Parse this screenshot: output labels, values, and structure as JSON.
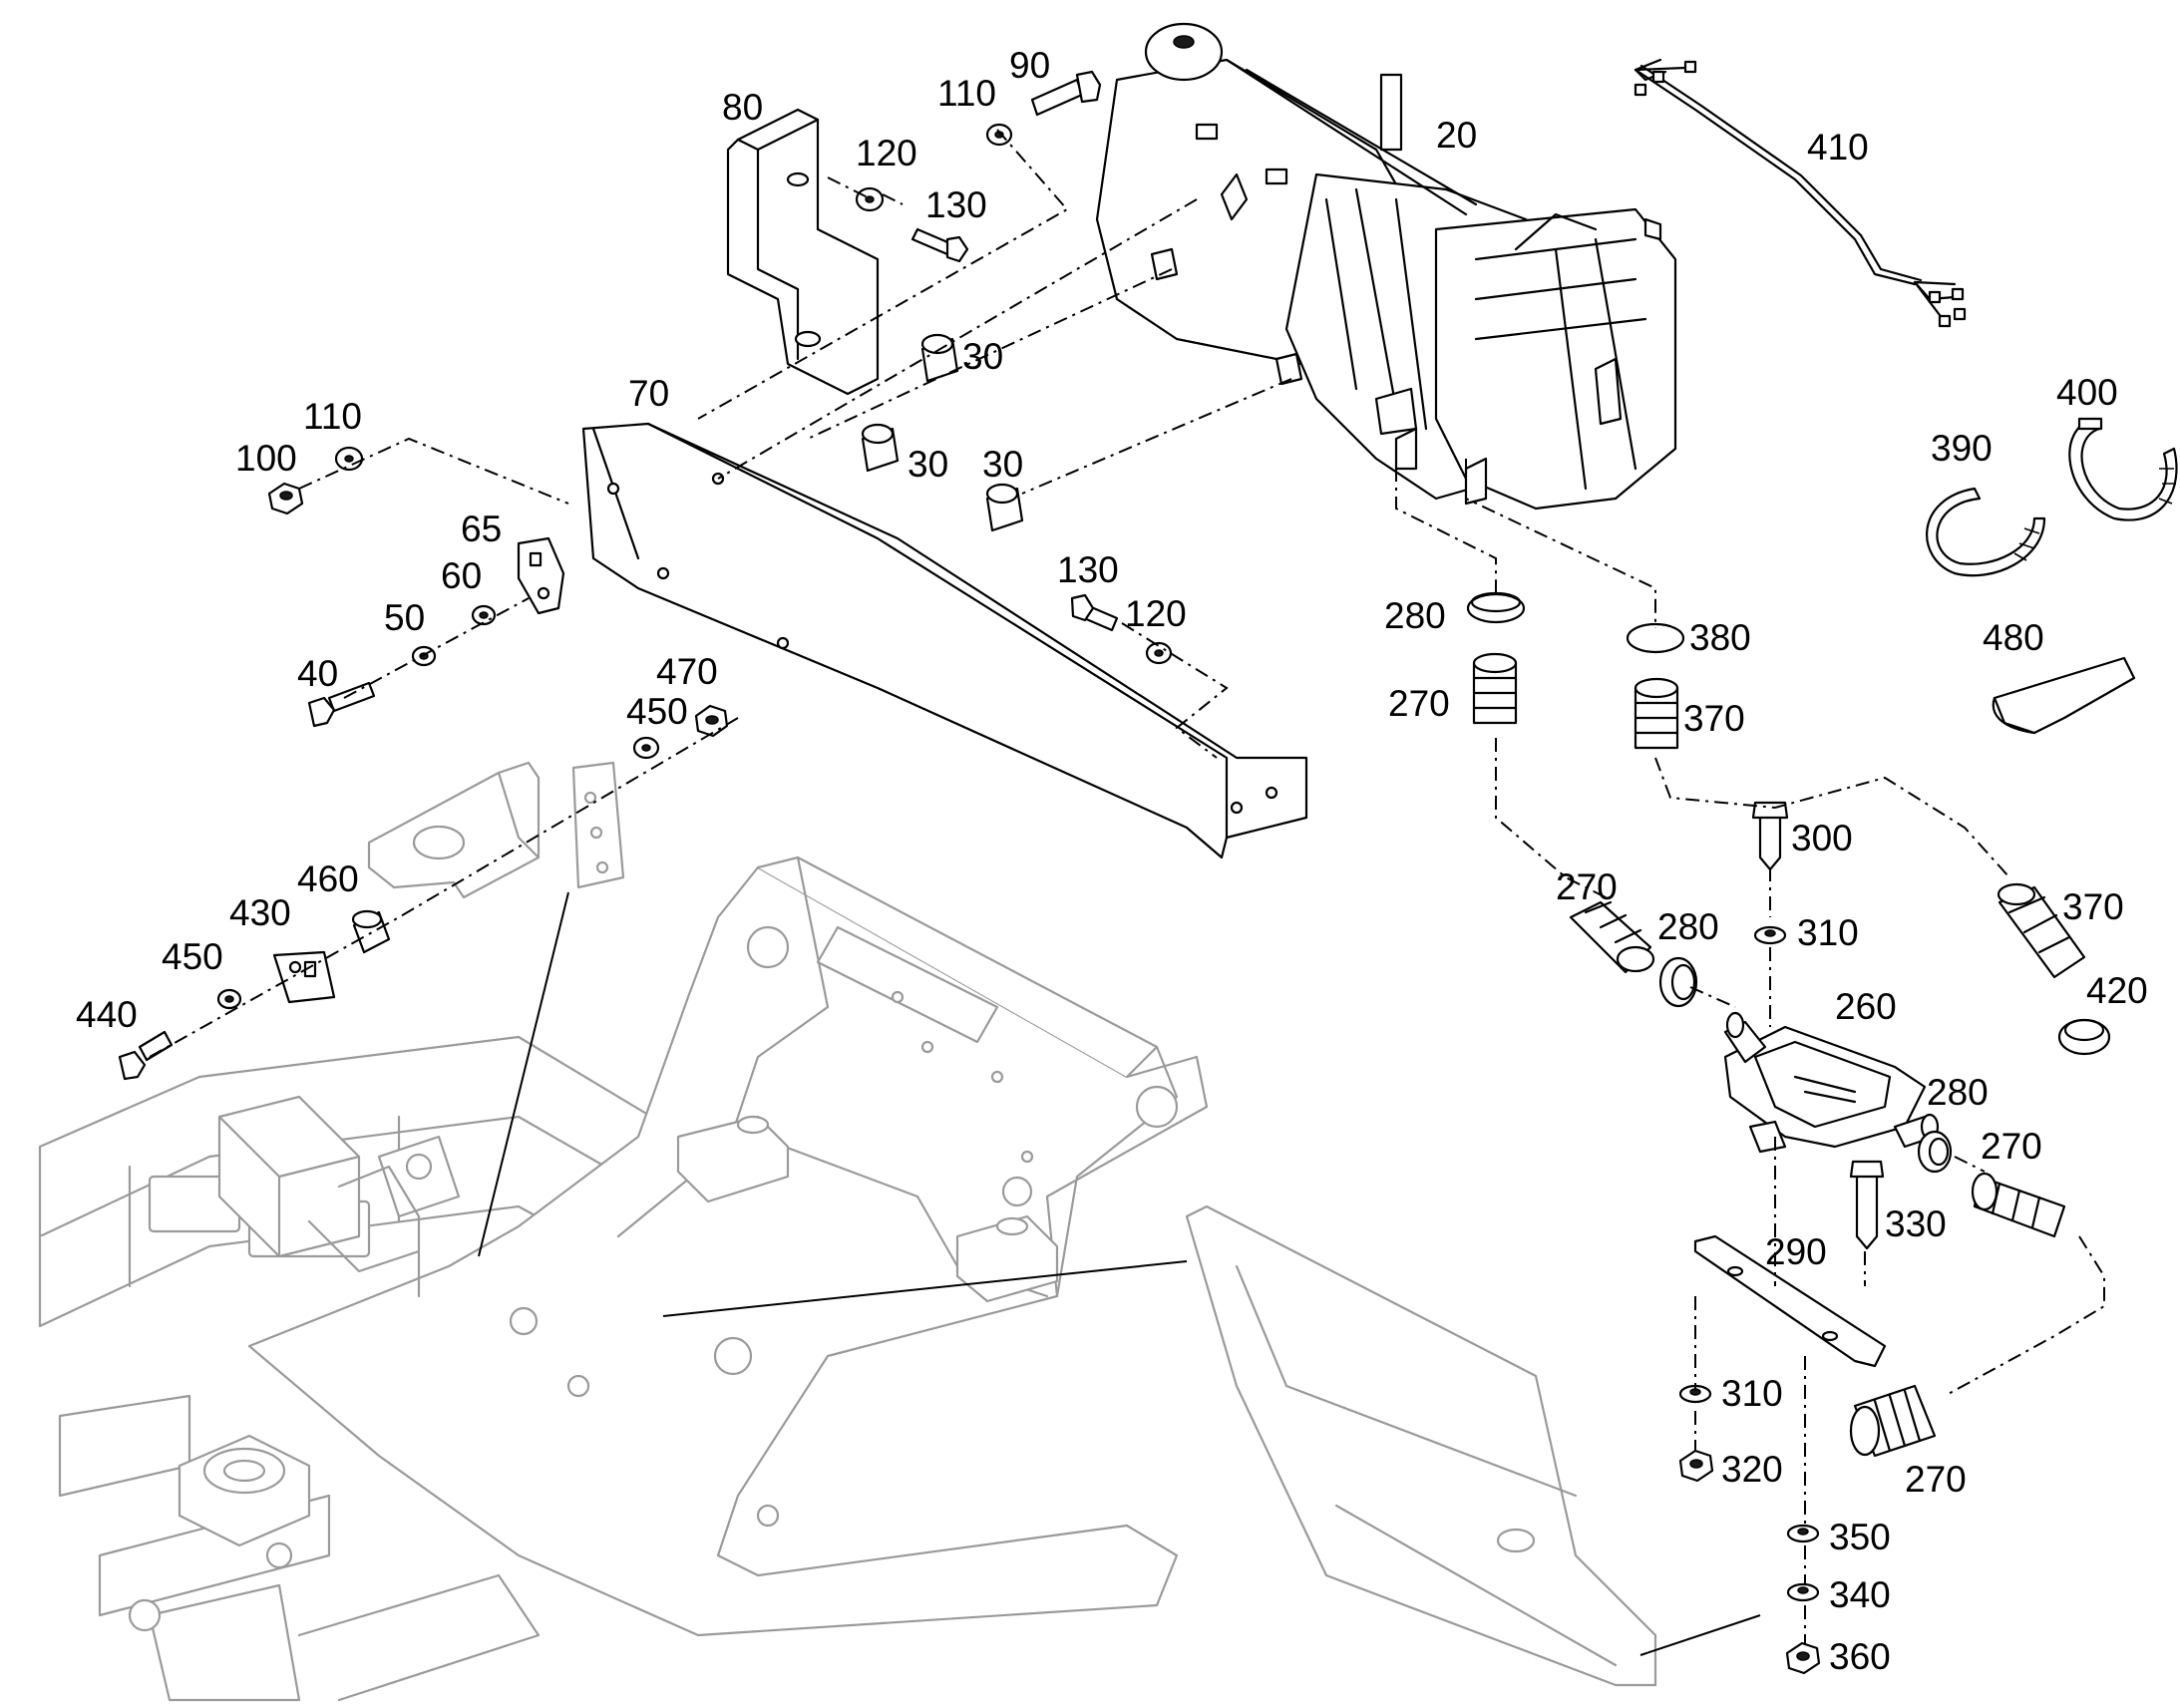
{
  "diagram": {
    "callouts": {
      "c20": "20",
      "c30a": "30",
      "c30b": "30",
      "c30c": "30",
      "c40": "40",
      "c50": "50",
      "c60": "60",
      "c65": "65",
      "c70": "70",
      "c80": "80",
      "c90": "90",
      "c100": "100",
      "c110a": "110",
      "c110b": "110",
      "c120a": "120",
      "c120b": "120",
      "c130a": "130",
      "c130b": "130",
      "c260": "260",
      "c270a": "270",
      "c270b": "270",
      "c270c": "270",
      "c270d": "270",
      "c280a": "280",
      "c280b": "280",
      "c280c": "280",
      "c290": "290",
      "c300": "300",
      "c310a": "310",
      "c310b": "310",
      "c320": "320",
      "c330": "330",
      "c340": "340",
      "c350": "350",
      "c360": "360",
      "c370a": "370",
      "c370b": "370",
      "c380": "380",
      "c390": "390",
      "c400": "400",
      "c410": "410",
      "c420": "420",
      "c430": "430",
      "c440": "440",
      "c450a": "450",
      "c450b": "450",
      "c460": "460",
      "c470": "470",
      "c480": "480"
    }
  }
}
